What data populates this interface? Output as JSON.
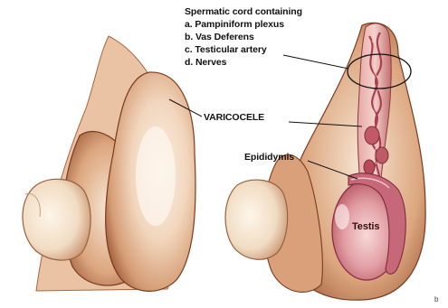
{
  "labels": {
    "cord_title": "Spermatic cord containing",
    "cord_items": [
      "a. Pampiniform plexus",
      "b. Vas Deferens",
      "c. Testicular artery",
      "d. Nerves"
    ],
    "varicocele": "VARICOCELE",
    "epididymis": "Epididymis",
    "testis": "Testis"
  },
  "corner_mark": "b",
  "colors": {
    "skin_light": "#f6e2cf",
    "skin_mid": "#d8a27a",
    "skin_dark": "#8a4a2a",
    "vessel": "#b84a5a",
    "vessel_light": "#e5a3a8",
    "testis": "#c86f7a",
    "testis_light": "#f3cfd0",
    "outline": "#5a2a18"
  }
}
